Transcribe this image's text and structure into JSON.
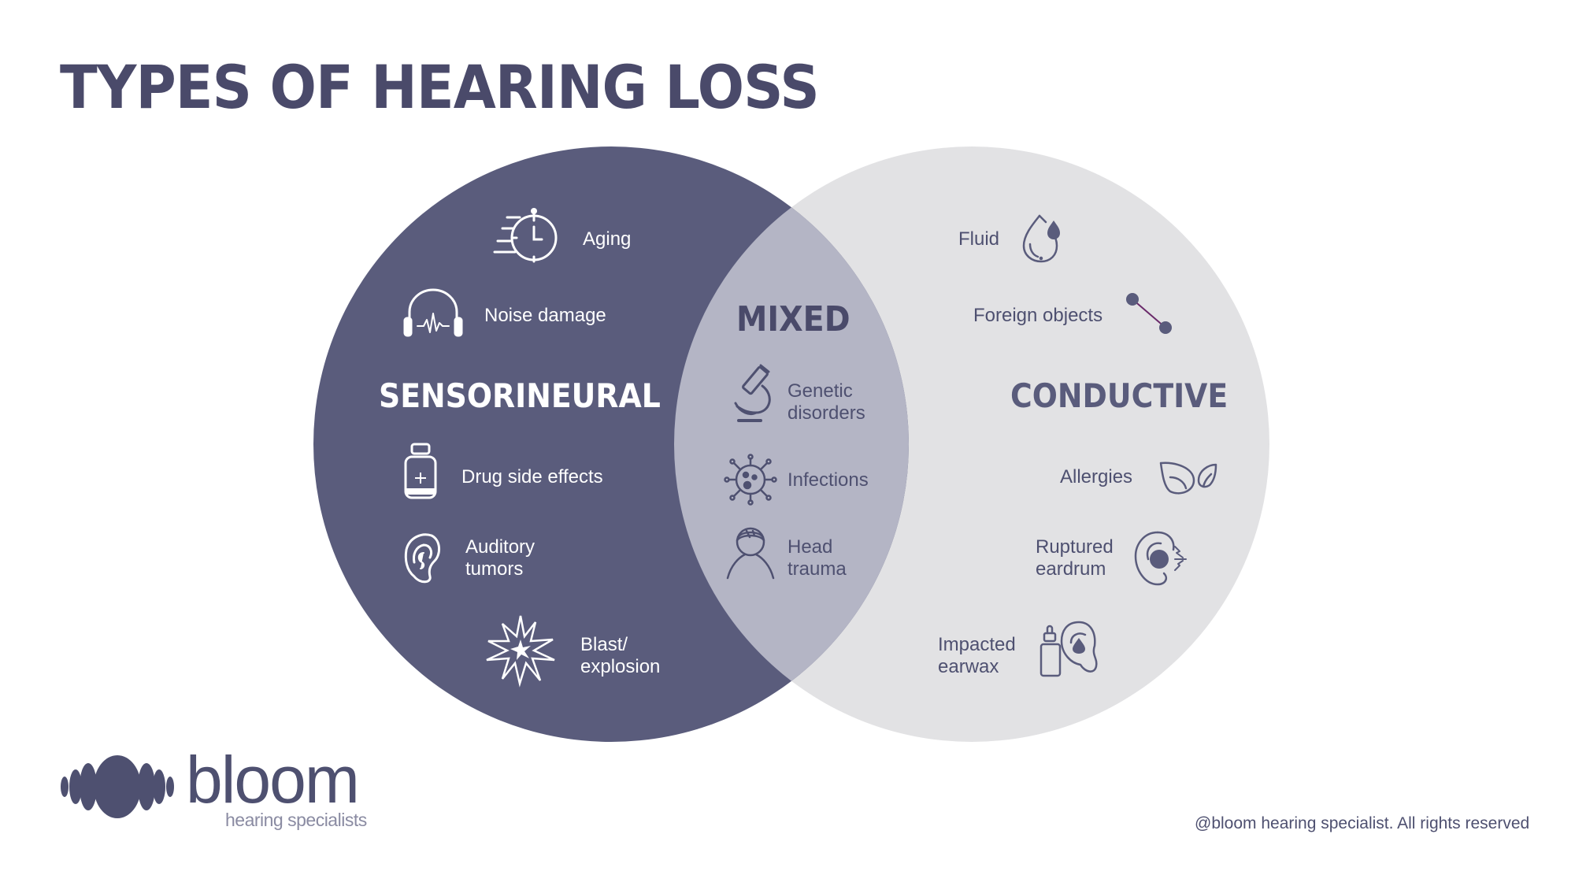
{
  "title": "TYPES OF HEARING LOSS",
  "colors": {
    "title": "#4a4a6a",
    "sensorineural_circle": "#5a5c7c",
    "conductive_circle": "#e2e2e4",
    "mixed_overlap": "#b4b5c5",
    "dark_text": "#4e5070",
    "light_text": "#ffffff"
  },
  "venn": {
    "sensorineural": {
      "heading": "SENSORINEURAL",
      "items": [
        {
          "label": "Aging",
          "icon": "stopwatch-icon"
        },
        {
          "label": "Noise damage",
          "icon": "headphones-icon"
        },
        {
          "label": "Drug side effects",
          "icon": "medicine-bottle-icon"
        },
        {
          "label_line1": "Auditory",
          "label_line2": "tumors",
          "icon": "ear-icon"
        },
        {
          "label_line1": "Blast/",
          "label_line2": "explosion",
          "icon": "explosion-icon"
        }
      ]
    },
    "mixed": {
      "heading": "MIXED",
      "items": [
        {
          "label_line1": "Genetic",
          "label_line2": "disorders",
          "icon": "microscope-icon"
        },
        {
          "label": "Infections",
          "icon": "virus-icon"
        },
        {
          "label_line1": "Head",
          "label_line2": "trauma",
          "icon": "bandaged-head-icon"
        }
      ]
    },
    "conductive": {
      "heading": "CONDUCTIVE",
      "items": [
        {
          "label": "Fluid",
          "icon": "water-drop-icon"
        },
        {
          "label": "Foreign objects",
          "icon": "foreign-object-icon"
        },
        {
          "label": "Allergies",
          "icon": "leaves-icon"
        },
        {
          "label_line1": "Ruptured",
          "label_line2": "eardrum",
          "icon": "ruptured-ear-icon"
        },
        {
          "label_line1": "Impacted",
          "label_line2": "earwax",
          "icon": "ear-drops-icon"
        }
      ]
    }
  },
  "footer": {
    "logo_word": "bloom",
    "logo_sub": "hearing specialists",
    "copyright": "@bloom hearing specialist. All rights reserved"
  }
}
